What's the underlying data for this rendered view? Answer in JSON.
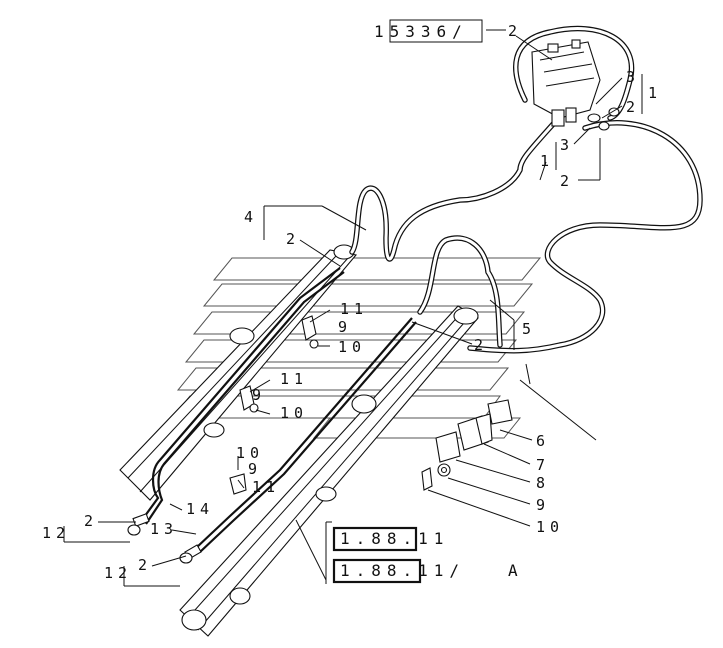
{
  "header_ref": "15336/",
  "header_ref_item": "2",
  "reference_boxes": [
    {
      "code": "1.88.11",
      "suffix": ""
    },
    {
      "code": "1.88.11/",
      "suffix": "A"
    }
  ],
  "callouts": {
    "valve_3a": "3",
    "valve_2a": "2",
    "valve_1": "1",
    "valve_3b": "3",
    "valve_1b": "1",
    "valve_2b": "2",
    "left_4": "4",
    "left_2": "2",
    "mid_11a": "11",
    "mid_9a": "9",
    "mid_10a": "10",
    "mid_11b": "11",
    "mid_9b": "9",
    "mid_10b": "10",
    "low_10": "10",
    "low_9": "9",
    "low_11": "11",
    "low_14": "14",
    "low_13": "13",
    "left_12a": "12",
    "left_2b": "2",
    "left_12b": "12",
    "left_2c": "2",
    "right_5": "5",
    "right_2": "2",
    "part_6": "6",
    "part_7": "7",
    "part_8": "8",
    "part_9": "9",
    "part_10": "10"
  }
}
